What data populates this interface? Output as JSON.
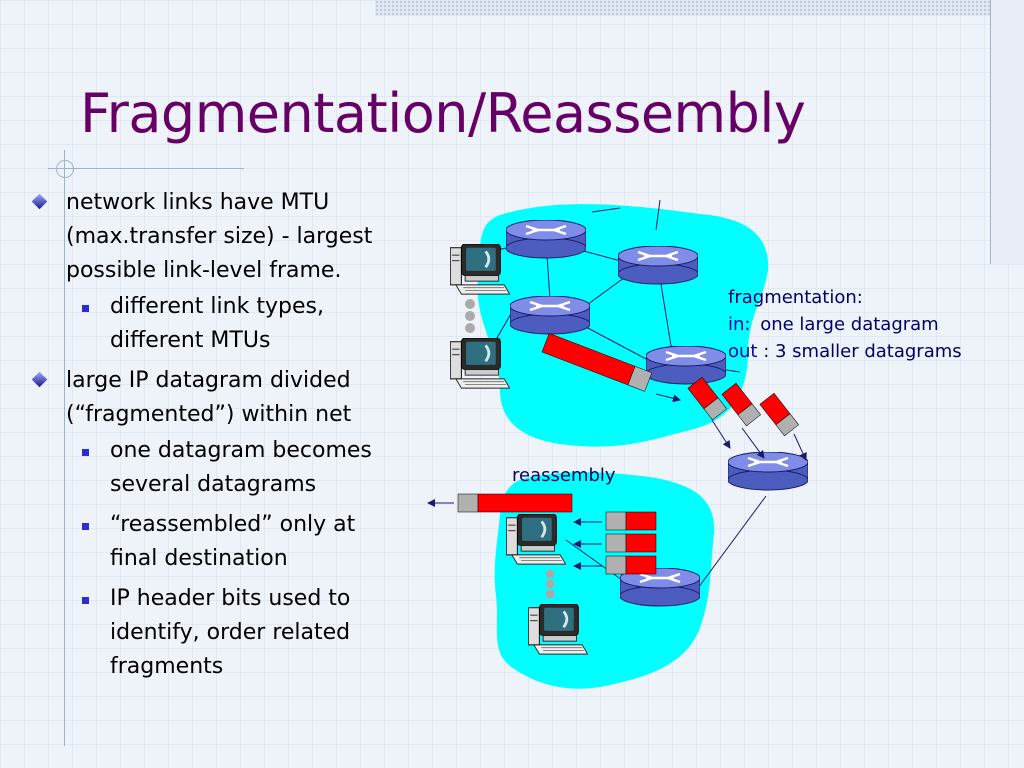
{
  "slide": {
    "title": "Fragmentation/Reassembly",
    "bullets": [
      {
        "lines": [
          "network links have MTU",
          "(max.transfer size) - largest",
          "possible link-level frame."
        ]
      },
      {
        "lines": [
          "different link types,",
          "different MTUs"
        ]
      },
      {
        "lines": [
          "large IP datagram divided",
          "(“fragmented”) within net"
        ]
      },
      {
        "lines": [
          "one datagram becomes",
          "several datagrams"
        ]
      },
      {
        "lines": [
          "“reassembled” only at",
          "final destination"
        ]
      },
      {
        "lines": [
          "IP header bits used to",
          "identify, order related",
          "fragments"
        ]
      }
    ]
  },
  "diagram": {
    "fragmentation_label": "fragmentation:",
    "in_label": "in:",
    "in_text": "one large datagram",
    "out_label": "out",
    "out_text": ": 3 smaller datagrams",
    "reassembly_label": "reassembly"
  },
  "colors": {
    "title": "#660066",
    "network_cloud": "#00ffff",
    "datagram_payload": "#ff0000",
    "datagram_header": "#b0b0b0",
    "router": "#6677dd",
    "annotation": "#0000aa"
  },
  "icons": [
    "router-icon",
    "computer-icon",
    "diamond-bullet-icon",
    "square-bullet-icon",
    "arrow-icon"
  ]
}
